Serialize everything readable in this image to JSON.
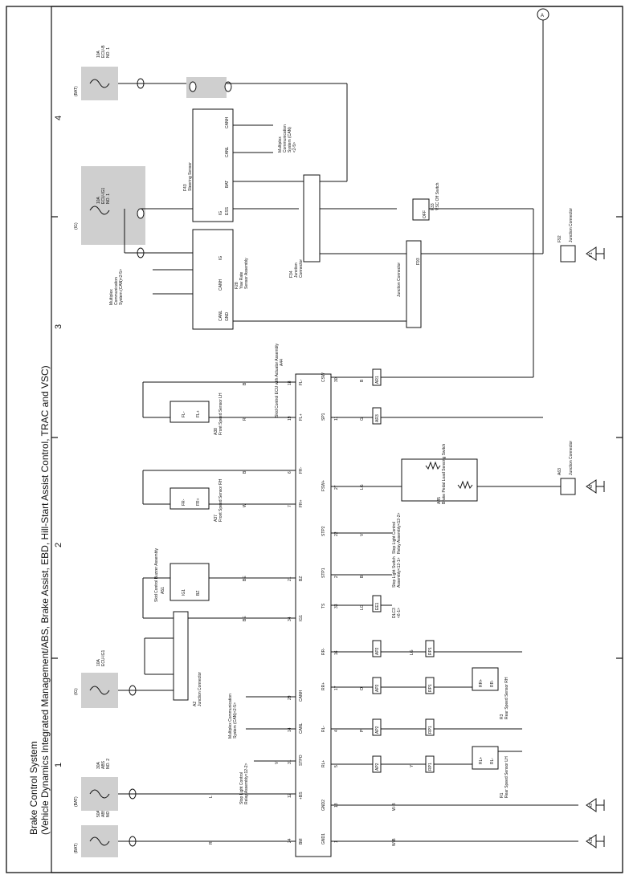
{
  "page": {
    "title": "Brake Control System",
    "subtitle": "(Vehicle Dynamics Integrated Management/ABS, Brake Assist, EBD, Hill-Start Assist Control, TRAC and VSC)",
    "grid_numbers": [
      "1",
      "2",
      "3",
      "4"
    ]
  },
  "connector_ref": "A",
  "fuses": [
    {
      "source": "(BAT)",
      "rating": "50A",
      "name": "ABS",
      "name2": "NO. 1"
    },
    {
      "source": "(BAT)",
      "rating": "30A",
      "name": "ABS",
      "name2": "NO. 2"
    },
    {
      "source": "(IG)",
      "rating": "10A",
      "name": "ECU-IG1",
      "name2": ""
    },
    {
      "source": "(IG)",
      "rating": "10A",
      "name": "ECU-IG1",
      "name2": "NO. 1"
    },
    {
      "source": "(BAT)",
      "rating": "10A",
      "name": "ECU-B",
      "name2": "NO. 1"
    }
  ],
  "actuator": {
    "code": "A44",
    "name": "Skid Control ECU with Actuator Assembly",
    "left_pins": [
      {
        "pin": "24",
        "name": "BM",
        "wire": "R"
      },
      {
        "pin": "12",
        "name": "+BS",
        "wire": "L"
      },
      {
        "pin": "31",
        "name": "STPO",
        "wire": "V"
      },
      {
        "pin": "14",
        "name": "CANL",
        "wire": ""
      },
      {
        "pin": "29",
        "name": "CANH",
        "wire": ""
      },
      {
        "pin": "34",
        "name": "IG1",
        "wire": "BE"
      },
      {
        "pin": "21",
        "name": "BZ",
        "wire": "BE"
      },
      {
        "pin": "7",
        "name": "FR+",
        "wire": "W"
      },
      {
        "pin": "6",
        "name": "FR-",
        "wire": "B"
      },
      {
        "pin": "19",
        "name": "FL+",
        "wire": "R"
      },
      {
        "pin": "18",
        "name": "FL-",
        "wire": "B"
      }
    ],
    "right_pins": [
      {
        "pin": "1",
        "name": "GND1",
        "wire": "W-B"
      },
      {
        "pin": "13",
        "name": "GND2",
        "wire": "W-B"
      },
      {
        "pin": "5",
        "name": "RL+",
        "wire": "Y"
      },
      {
        "pin": "4",
        "name": "RL-",
        "wire": "P"
      },
      {
        "pin": "17",
        "name": "RR+",
        "wire": "O"
      },
      {
        "pin": "16",
        "name": "RR-",
        "wire": "LG"
      },
      {
        "pin": "33",
        "name": "TS",
        "wire": "LG"
      },
      {
        "pin": "2",
        "name": "STP1",
        "wire": "B"
      },
      {
        "pin": "22",
        "name": "STP2",
        "wire": "V"
      },
      {
        "pin": "27",
        "name": "FSW+",
        "wire": "LG"
      },
      {
        "pin": "11",
        "name": "SP1",
        "wire": "G"
      },
      {
        "pin": "30",
        "name": "CSW",
        "wire": "B"
      }
    ]
  },
  "components": {
    "steering_sensor": {
      "code": "F43",
      "name": "Steering Sensor",
      "pins": [
        "IG",
        "ESS",
        "BAT",
        "CANL",
        "CANH"
      ]
    },
    "yaw_rate": {
      "code": "F28",
      "name": "Yaw Rate",
      "name2": "Sensor Assembly",
      "pins": [
        "IG",
        "CANH",
        "CANL",
        "GND"
      ]
    },
    "junction_a2": {
      "code": "A2",
      "name": "Junction Connector"
    },
    "skid_buzzer": {
      "code": "A51",
      "name": "Skid Control Buzzer Assembly",
      "pins": [
        "IG1",
        "BZ"
      ]
    },
    "front_rh": {
      "code": "A37",
      "name": "Front Speed Sensor RH",
      "pins": [
        "FR-",
        "FR+"
      ]
    },
    "front_lh": {
      "code": "A38",
      "name": "Front Speed Sensor LH",
      "pins": [
        "FL-",
        "FL+"
      ]
    },
    "rear_rh": {
      "code": "R3",
      "name": "Rear Speed Sensor RH",
      "pins": [
        "RR+",
        "RR-"
      ]
    },
    "rear_lh": {
      "code": "R1",
      "name": "Rear Speed Sensor LH",
      "pins": [
        "RL+",
        "RL-"
      ]
    },
    "vsc_switch": {
      "code": "F33",
      "name": "VSC Off Switch",
      "label": "OFF"
    },
    "junction_f34": {
      "code": "F34",
      "name": "Junction",
      "name2": "Connector"
    },
    "junction_f93": {
      "code": "F93",
      "name": "Junction Connector"
    },
    "junction_f92": {
      "code": "F92",
      "name": "Junction Connector"
    },
    "junction_a63": {
      "code": "A63",
      "name": "Junction Connector"
    },
    "load_switch": {
      "code": "A45",
      "name": "Brake Pedal Load Sensing Switch"
    }
  },
  "notes": {
    "multiplex_left": [
      "Multiplex Communication",
      "System (CAN)<2-5>"
    ],
    "multiplex_yaw": [
      "Multiplex",
      "Communication",
      "System (CAN)<2-5>"
    ],
    "multiplex_steer": [
      "Multiplex",
      "Communication",
      "System (CAN)",
      "<2-5>"
    ],
    "stop_relay_1": [
      "Stop Light Control",
      "Relay Assembly<12-2>"
    ],
    "stop_relay_2": [
      "Stop Light Control",
      "Relay Assembly<12-2>"
    ],
    "stop_switch": [
      "Stop Light Switch",
      "Assembly<12-1>"
    ],
    "dlc3": [
      "DLC3",
      "<6-1>"
    ]
  },
  "inline_connectors": [
    "AR1",
    "AR3",
    "AR5",
    "AP2",
    "RP1",
    "EE1"
  ],
  "grounds": [
    "A9",
    "A19",
    "A8",
    "F1"
  ]
}
